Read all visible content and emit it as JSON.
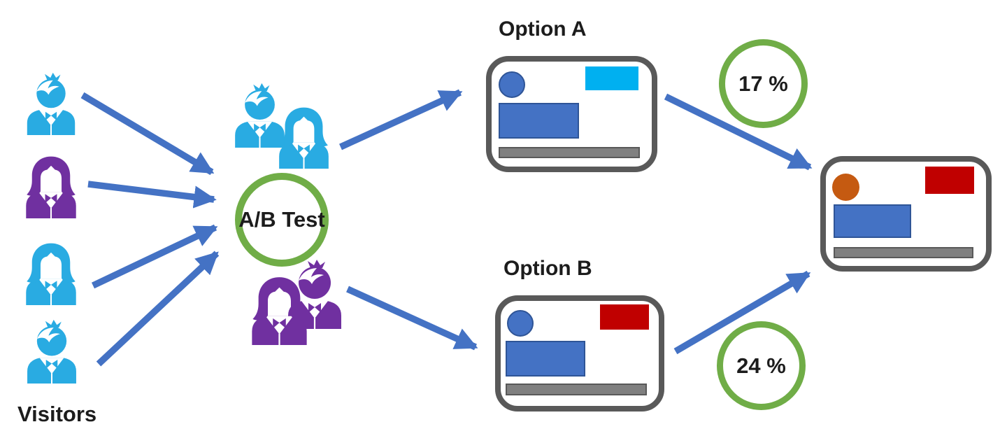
{
  "labels": {
    "visitors": "Visitors",
    "ab_test": "A/B Test",
    "option_a": "Option A",
    "option_b": "Option B",
    "conversion_a": "17 %",
    "conversion_b": "24 %"
  },
  "visitors": [
    {
      "icon": "person-boy-icon",
      "color_name": "blue"
    },
    {
      "icon": "person-girl-icon",
      "color_name": "purple"
    },
    {
      "icon": "person-girl-icon",
      "color_name": "blue"
    },
    {
      "icon": "person-boy-icon",
      "color_name": "blue"
    }
  ],
  "test_groups": [
    {
      "group": "A",
      "color_name": "blue",
      "members": [
        "person-boy-icon",
        "person-girl-icon"
      ],
      "shown_option": "Option A",
      "conversion": "17 %"
    },
    {
      "group": "B",
      "color_name": "purple",
      "members": [
        "person-girl-icon",
        "person-boy-icon"
      ],
      "shown_option": "Option B",
      "conversion": "24 %"
    }
  ],
  "colors": {
    "person-blue": "#29ABE2",
    "person-purple": "#7030A0",
    "arrow-blue": "#4472C4",
    "ring-green": "#70AD47",
    "card-border": "#595959",
    "shape-blue": "#4472C4",
    "shape-blue-border": "#2F5597",
    "shape-cyan": "#00B0F0",
    "shape-red": "#C00000",
    "shape-orange": "#C55A11",
    "bar-gray": "#808080",
    "text-dark": "#1C1C1C",
    "background": "#FFFFFF"
  }
}
